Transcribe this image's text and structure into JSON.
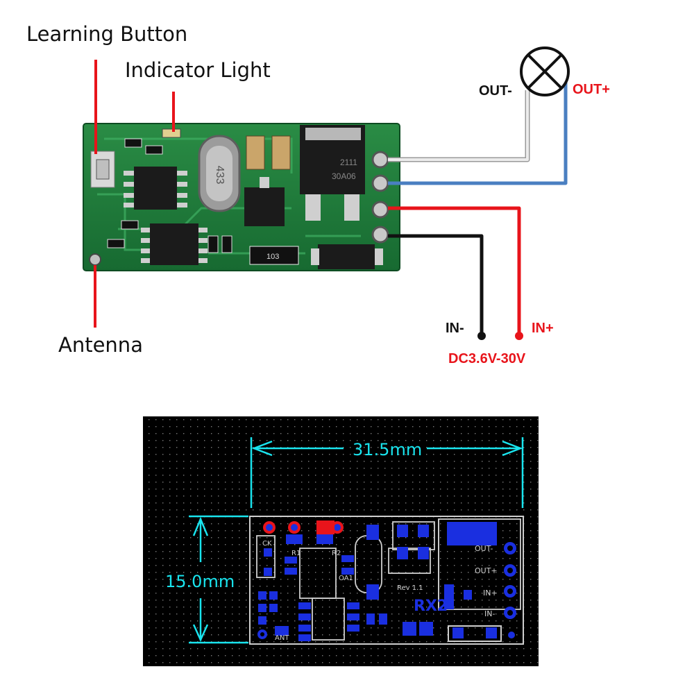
{
  "callouts": {
    "learning_button": "Learning Button",
    "indicator_light": "Indicator Light",
    "antenna": "Antenna"
  },
  "terminals": {
    "out_minus": "OUT-",
    "out_plus": "OUT+",
    "in_minus": "IN-",
    "in_plus": "IN+",
    "supply": "DC3.6V-30V"
  },
  "board_markings": {
    "crystal": "433",
    "regulator_top": "2111",
    "regulator_bottom": "30A06",
    "resistor": "103"
  },
  "pcb_layout": {
    "width_dim": "31.5mm",
    "height_dim": "15.0mm",
    "silk_labels": {
      "out_minus": "OUT-",
      "out_plus": "OUT+",
      "in_plus": "IN+",
      "in_minus": "IN-",
      "board_name": "RX2",
      "rev": "Rev 1.1",
      "ck": "CK",
      "r1": "R1",
      "r2": "R2",
      "ant": "ANT",
      "oa1": "OA1"
    }
  },
  "colors": {
    "red_wire": "#e8141b",
    "blue_wire": "#4a7fc1",
    "white_wire": "#e9e9e9",
    "black_wire": "#111111",
    "pcb_green": "#1f7a3a",
    "cad_bg": "#000000",
    "cad_dim": "#19e4ee",
    "cad_pad": "#1a2fe0"
  }
}
